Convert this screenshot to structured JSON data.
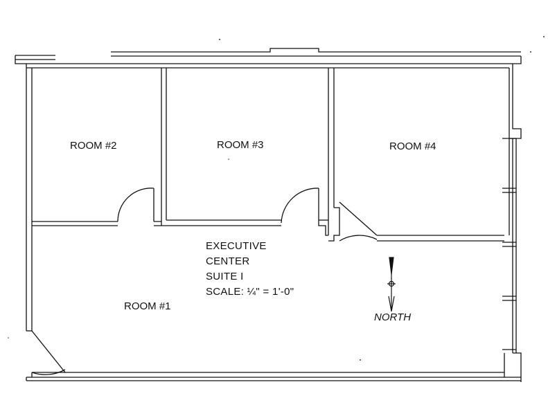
{
  "rooms": {
    "room1": "ROOM #1",
    "room2": "ROOM #2",
    "room3": "ROOM #3",
    "room4": "ROOM #4"
  },
  "title": {
    "line1": "EXECUTIVE",
    "line2": "CENTER",
    "line3": "SUITE I",
    "scale": "SCALE:  ¼\" = 1'-0\""
  },
  "north_label": "NORTH",
  "colors": {
    "ink": "#111111",
    "paper": "#ffffff"
  }
}
